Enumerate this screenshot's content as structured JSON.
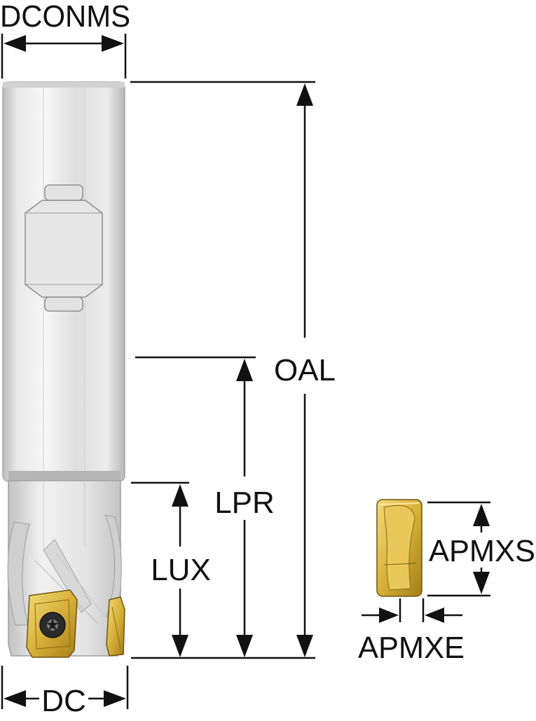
{
  "labels": {
    "dconms": "DCONMS",
    "oal": "OAL",
    "lpr": "LPR",
    "lux": "LUX",
    "dc": "DC",
    "apmxs": "APMXS",
    "apmxe": "APMXE"
  },
  "colors": {
    "line": "#111111",
    "shank_light": "#f2f2f2",
    "shank_mid": "#dcdcdc",
    "shank_dark": "#b9b9b9",
    "insert_gold": "#d9b43a",
    "insert_dark": "#8c6b12"
  }
}
